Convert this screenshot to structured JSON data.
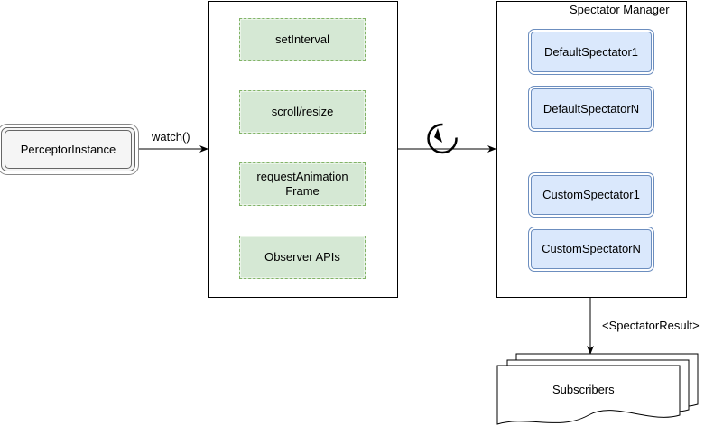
{
  "source": {
    "label": "PerceptorInstance"
  },
  "edge_labels": {
    "watch": "watch()",
    "result": "<SpectatorResult>"
  },
  "triggers": [
    {
      "label": "setInterval"
    },
    {
      "label": "scroll/resize"
    },
    {
      "label": "requestAnimation Frame"
    },
    {
      "label": "Observer APIs"
    }
  ],
  "manager": {
    "title": "Spectator Manager",
    "spectators": [
      {
        "label": "DefaultSpectator1"
      },
      {
        "label": "DefaultSpectatorN"
      },
      {
        "label": "CustomSpectator1"
      },
      {
        "label": "CustomSpectatorN"
      }
    ]
  },
  "subscribers": {
    "label": "Subscribers"
  },
  "icons": {
    "loop": "refresh-loop-icon"
  },
  "colors": {
    "trigger_fill": "#d5e8d4",
    "trigger_border": "#82b366",
    "spectator_fill": "#dae8fc",
    "spectator_border": "#6c8ebf",
    "source_fill": "#f5f5f5",
    "source_border": "#666666"
  }
}
